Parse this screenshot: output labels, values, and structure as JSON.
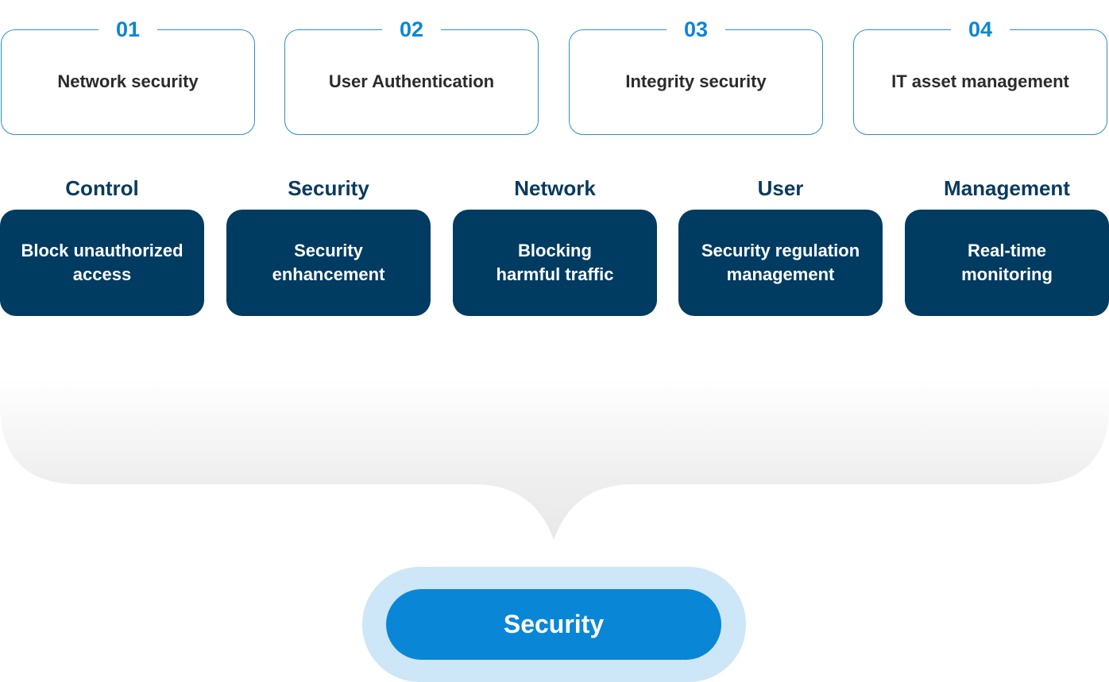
{
  "top_items": [
    {
      "number": "01",
      "label": "Network security"
    },
    {
      "number": "02",
      "label": "User Authentication"
    },
    {
      "number": "03",
      "label": "Integrity security"
    },
    {
      "number": "04",
      "label": "IT asset management"
    }
  ],
  "categories": [
    {
      "heading": "Control",
      "text": "Block unauthorized\naccess"
    },
    {
      "heading": "Security",
      "text": "Security\nenhancement"
    },
    {
      "heading": "Network",
      "text": "Blocking\nharmful traffic"
    },
    {
      "heading": "User",
      "text": "Security regulation\nmanagement"
    },
    {
      "heading": "Management",
      "text": "Real-time\nmonitoring"
    }
  ],
  "result": {
    "label": "Security"
  },
  "colors": {
    "accent": "#0a86d6",
    "dark_box": "#003b61",
    "heading": "#0a3a5f",
    "pill_halo": "#cde6f8"
  }
}
